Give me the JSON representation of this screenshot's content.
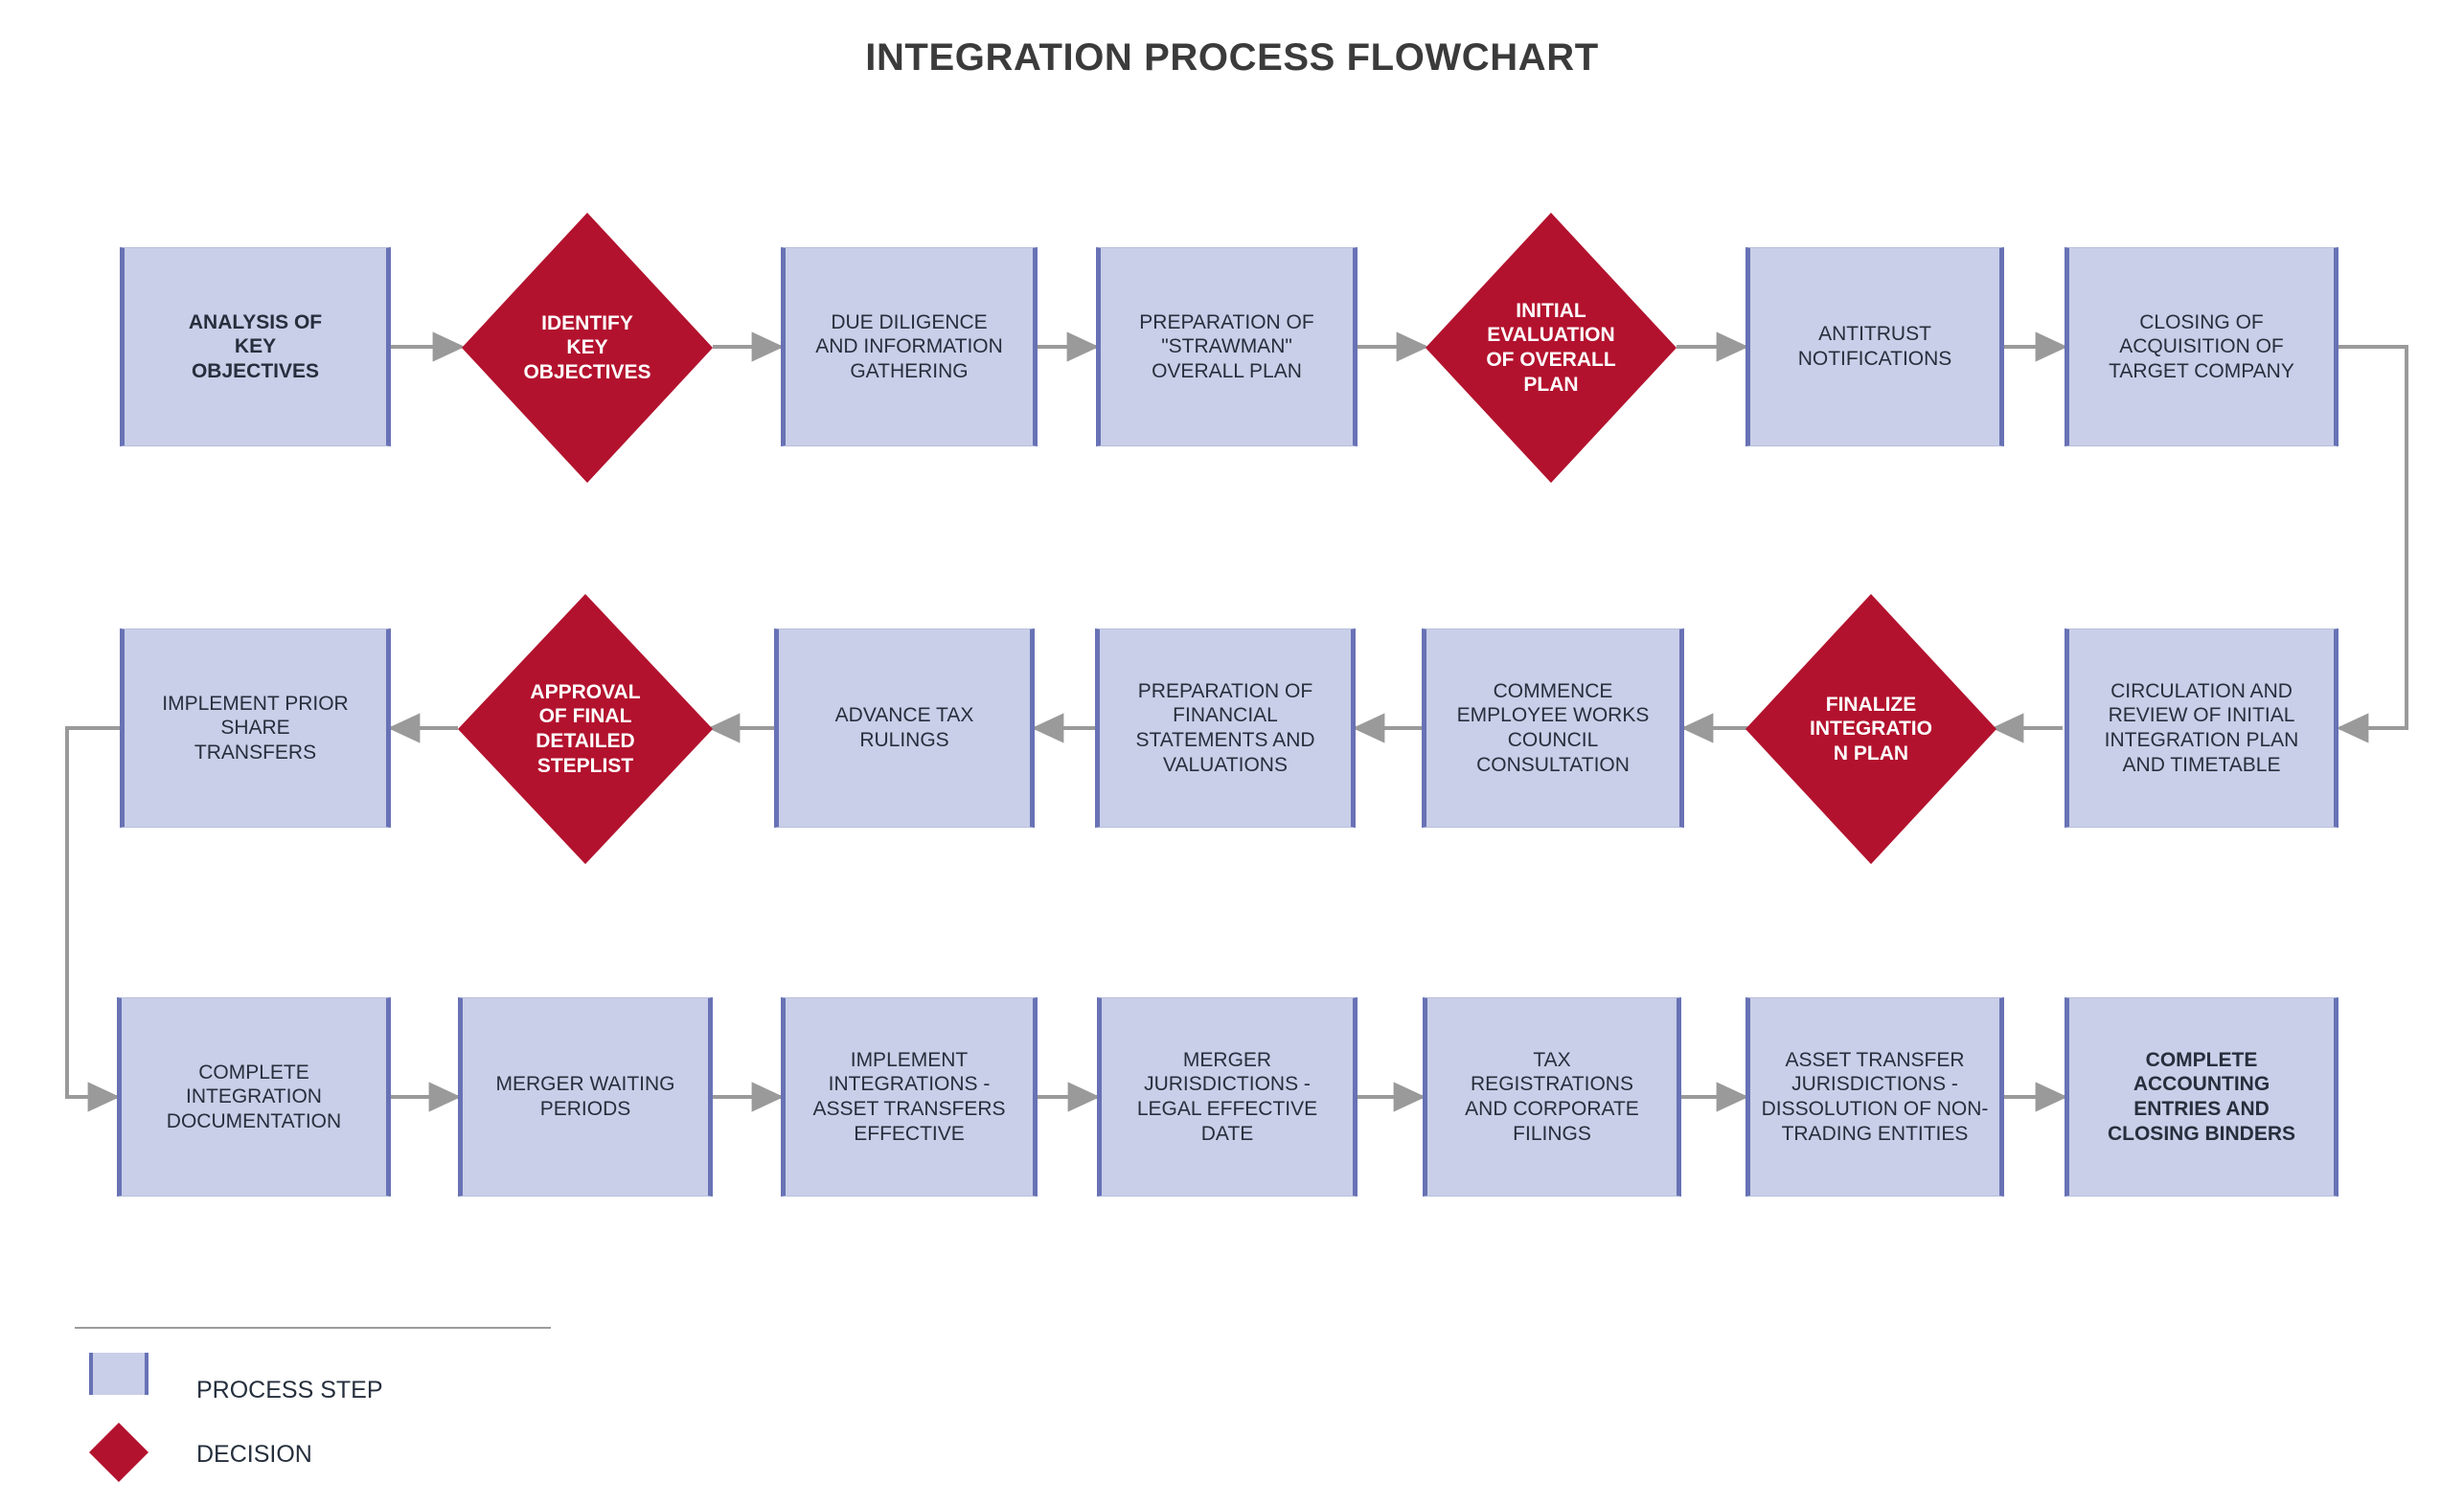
{
  "title": "INTEGRATION PROCESS FLOWCHART",
  "colors": {
    "process_fill": "#c9cfe8",
    "process_border": "#6872b5",
    "decision_fill": "#b3122e",
    "connector": "#9a9a9a",
    "title_text": "#3b3b3b",
    "body_text": "#262f3d",
    "decision_text": "#ffffff"
  },
  "legend": {
    "items": [
      {
        "shape": "process-step-swatch",
        "label": "PROCESS STEP"
      },
      {
        "shape": "decision-swatch",
        "label": "DECISION"
      }
    ]
  },
  "flow": {
    "rows": [
      {
        "name": "row-1",
        "direction": "left-to-right",
        "nodes": [
          {
            "id": "n1",
            "type": "process",
            "bold": true,
            "lines": [
              "ANALYSIS OF",
              "KEY",
              "OBJECTIVES"
            ]
          },
          {
            "id": "n2",
            "type": "decision",
            "bold": true,
            "lines": [
              "IDENTIFY",
              "KEY",
              "OBJECTIVES"
            ]
          },
          {
            "id": "n3",
            "type": "process",
            "bold": false,
            "lines": [
              "DUE DILIGENCE",
              "AND INFORMATION",
              "GATHERING"
            ]
          },
          {
            "id": "n4",
            "type": "process",
            "bold": false,
            "lines": [
              "PREPARATION OF",
              "\"STRAWMAN\"",
              "OVERALL PLAN"
            ]
          },
          {
            "id": "n5",
            "type": "decision",
            "bold": true,
            "lines": [
              "INITIAL",
              "EVALUATION",
              "OF OVERALL",
              "PLAN"
            ]
          },
          {
            "id": "n6",
            "type": "process",
            "bold": false,
            "lines": [
              "ANTITRUST",
              "NOTIFICATIONS"
            ]
          },
          {
            "id": "n7",
            "type": "process",
            "bold": false,
            "lines": [
              "CLOSING OF",
              "ACQUISITION OF",
              "TARGET COMPANY"
            ]
          }
        ]
      },
      {
        "name": "row-2",
        "direction": "right-to-left",
        "nodes": [
          {
            "id": "n8",
            "type": "process",
            "bold": false,
            "lines": [
              "IMPLEMENT PRIOR",
              "SHARE",
              "TRANSFERS"
            ]
          },
          {
            "id": "n9",
            "type": "decision",
            "bold": true,
            "lines": [
              "APPROVAL",
              "OF FINAL",
              "DETAILED",
              "STEPLIST"
            ]
          },
          {
            "id": "n10",
            "type": "process",
            "bold": false,
            "lines": [
              "ADVANCE TAX",
              "RULINGS"
            ]
          },
          {
            "id": "n11",
            "type": "process",
            "bold": false,
            "lines": [
              "PREPARATION OF",
              "FINANCIAL",
              "STATEMENTS AND",
              "VALUATIONS"
            ]
          },
          {
            "id": "n12",
            "type": "process",
            "bold": false,
            "lines": [
              "COMMENCE",
              "EMPLOYEE WORKS",
              "COUNCIL",
              "CONSULTATION"
            ]
          },
          {
            "id": "n13",
            "type": "decision",
            "bold": true,
            "lines": [
              "FINALIZE",
              "INTEGRATIO",
              "N PLAN"
            ]
          },
          {
            "id": "n14",
            "type": "process",
            "bold": false,
            "lines": [
              "CIRCULATION AND",
              "REVIEW OF INITIAL",
              "INTEGRATION PLAN",
              "AND TIMETABLE"
            ]
          }
        ]
      },
      {
        "name": "row-3",
        "direction": "left-to-right",
        "nodes": [
          {
            "id": "n15",
            "type": "process",
            "bold": false,
            "lines": [
              "COMPLETE",
              "INTEGRATION",
              "DOCUMENTATION"
            ]
          },
          {
            "id": "n16",
            "type": "process",
            "bold": false,
            "lines": [
              "MERGER WAITING",
              "PERIODS"
            ]
          },
          {
            "id": "n17",
            "type": "process",
            "bold": false,
            "lines": [
              "IMPLEMENT",
              "INTEGRATIONS -",
              "ASSET TRANSFERS",
              "EFFECTIVE"
            ]
          },
          {
            "id": "n18",
            "type": "process",
            "bold": false,
            "lines": [
              "MERGER",
              "JURISDICTIONS -",
              "LEGAL EFFECTIVE",
              "DATE"
            ]
          },
          {
            "id": "n19",
            "type": "process",
            "bold": false,
            "lines": [
              "TAX",
              "REGISTRATIONS",
              "AND CORPORATE",
              "FILINGS"
            ]
          },
          {
            "id": "n20",
            "type": "process",
            "bold": false,
            "lines": [
              "ASSET TRANSFER",
              "JURISDICTIONS -",
              "DISSOLUTION OF NON-",
              "TRADING ENTITIES"
            ]
          },
          {
            "id": "n21",
            "type": "process",
            "bold": true,
            "lines": [
              "COMPLETE",
              "ACCOUNTING",
              "ENTRIES AND",
              "CLOSING BINDERS"
            ]
          }
        ]
      }
    ]
  }
}
